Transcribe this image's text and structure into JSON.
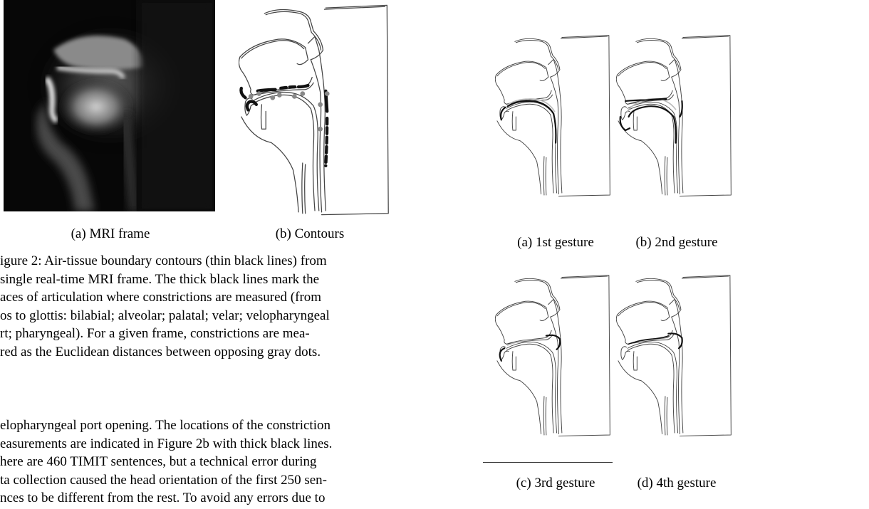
{
  "figure2": {
    "subcaption_a": "(a) MRI frame",
    "subcaption_b": "(b) Contours",
    "caption_lines": [
      "igure 2: Air-tissue boundary contours (thin black lines) from",
      "single real-time MRI frame. The thick black lines mark the",
      "aces of articulation where constrictions are measured (from",
      "os to glottis: bilabial; alveolar; palatal; velar; velopharyngeal",
      "rt; pharyngeal). For a given frame, constrictions are mea-",
      "red as the Euclidean distances between opposing gray dots."
    ]
  },
  "body_text": {
    "lines": [
      "elopharyngeal port opening. The locations of the constriction",
      "easurements are indicated in Figure 2b with thick black lines.",
      "here are 460 TIMIT sentences, but a technical error during",
      "ta collection caused the head orientation of the first 250 sen-",
      "nces to be different from the rest. To avoid any errors due to"
    ]
  },
  "figure3": {
    "subcaptions": [
      "(a) 1st gesture",
      "(b) 2nd gesture",
      "(c) 3rd gesture",
      "(d) 4th gesture"
    ]
  },
  "colors": {
    "dark_line": "#111111",
    "gray_line": "#444444",
    "light_gray_line": "#bbbbbb",
    "constriction_dot": "#888888"
  }
}
